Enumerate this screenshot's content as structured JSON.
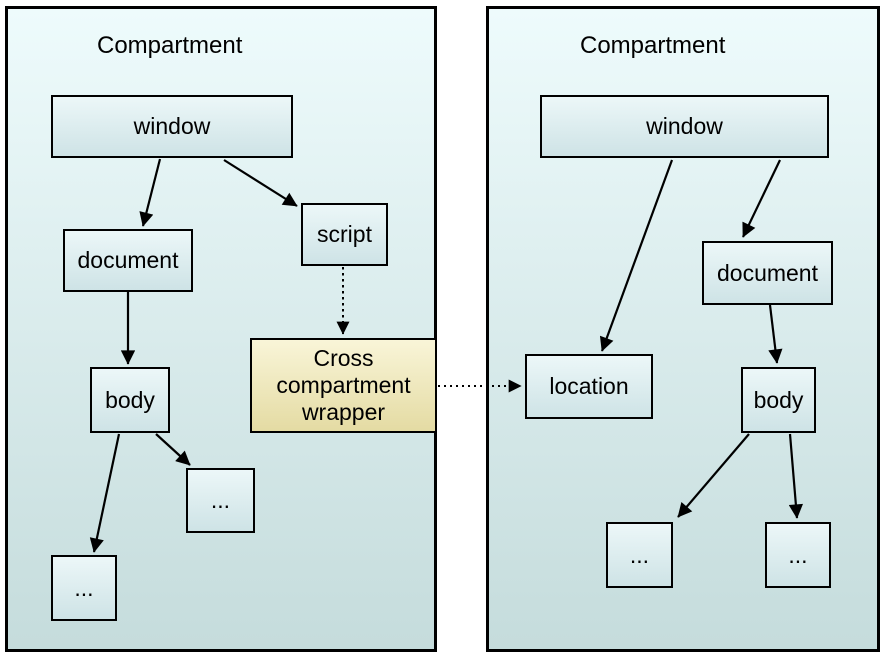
{
  "colors": {
    "panel_bg_top": "#eefbfc",
    "panel_bg_bottom": "#c5dcdc",
    "node_bg_top": "#ecf7f8",
    "node_bg_bottom": "#cee3e6",
    "wrapper_bg_top": "#f9f5d8",
    "wrapper_bg_bottom": "#e4dba3",
    "border": "#000000",
    "arrow": "#000000",
    "text": "#000000"
  },
  "left_compartment": {
    "title": "Compartment",
    "nodes": {
      "window": "window",
      "document": "document",
      "script": "script",
      "body": "body",
      "child_a": "...",
      "child_b": "..."
    }
  },
  "cross_wrapper": {
    "label": "Cross compartment wrapper"
  },
  "right_compartment": {
    "title": "Compartment",
    "nodes": {
      "window": "window",
      "location": "location",
      "document": "document",
      "body": "body",
      "child_a": "...",
      "child_b": "..."
    }
  },
  "edges": [
    {
      "from": "left.window",
      "to": "left.document",
      "style": "solid"
    },
    {
      "from": "left.window",
      "to": "left.script",
      "style": "solid"
    },
    {
      "from": "left.document",
      "to": "left.body",
      "style": "solid"
    },
    {
      "from": "left.body",
      "to": "left.child_a",
      "style": "solid"
    },
    {
      "from": "left.body",
      "to": "left.child_b",
      "style": "solid"
    },
    {
      "from": "left.script",
      "to": "cross_wrapper",
      "style": "dashed"
    },
    {
      "from": "cross_wrapper",
      "to": "right.location",
      "style": "dotted"
    },
    {
      "from": "right.window",
      "to": "right.location",
      "style": "solid"
    },
    {
      "from": "right.window",
      "to": "right.document",
      "style": "solid"
    },
    {
      "from": "right.document",
      "to": "right.body",
      "style": "solid"
    },
    {
      "from": "right.body",
      "to": "right.child_a",
      "style": "solid"
    },
    {
      "from": "right.body",
      "to": "right.child_b",
      "style": "solid"
    }
  ]
}
